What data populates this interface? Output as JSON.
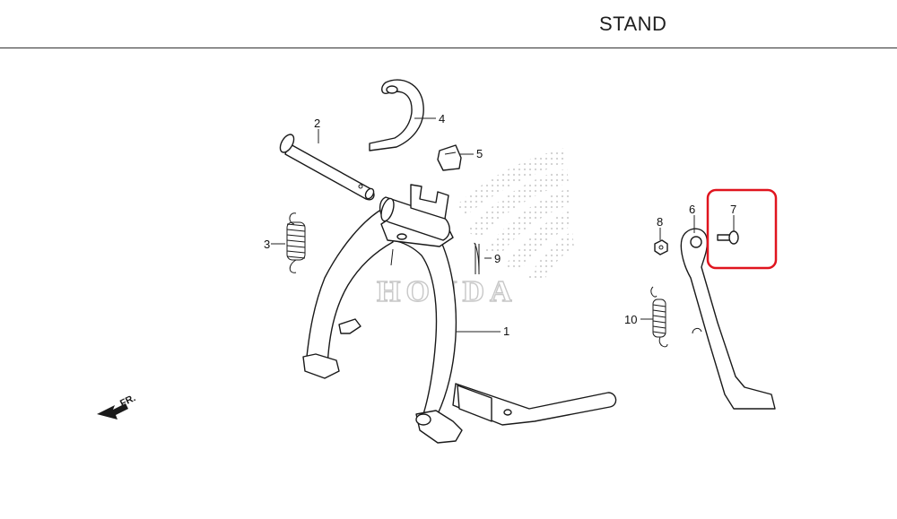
{
  "header": {
    "title": "STAND"
  },
  "watermark": {
    "text": "HONDA",
    "color": "#c8c8c8"
  },
  "direction_marker": {
    "label": "FR.",
    "icon": "arrow-left-icon"
  },
  "highlight": {
    "part": "7",
    "color": "#e0141e"
  },
  "callouts": [
    {
      "id": "1",
      "text": "1"
    },
    {
      "id": "2",
      "text": "2"
    },
    {
      "id": "3",
      "text": "3"
    },
    {
      "id": "4",
      "text": "4"
    },
    {
      "id": "5",
      "text": "5"
    },
    {
      "id": "6",
      "text": "6"
    },
    {
      "id": "7",
      "text": "7"
    },
    {
      "id": "8",
      "text": "8"
    },
    {
      "id": "9",
      "text": "9"
    },
    {
      "id": "10",
      "text": "10"
    }
  ]
}
